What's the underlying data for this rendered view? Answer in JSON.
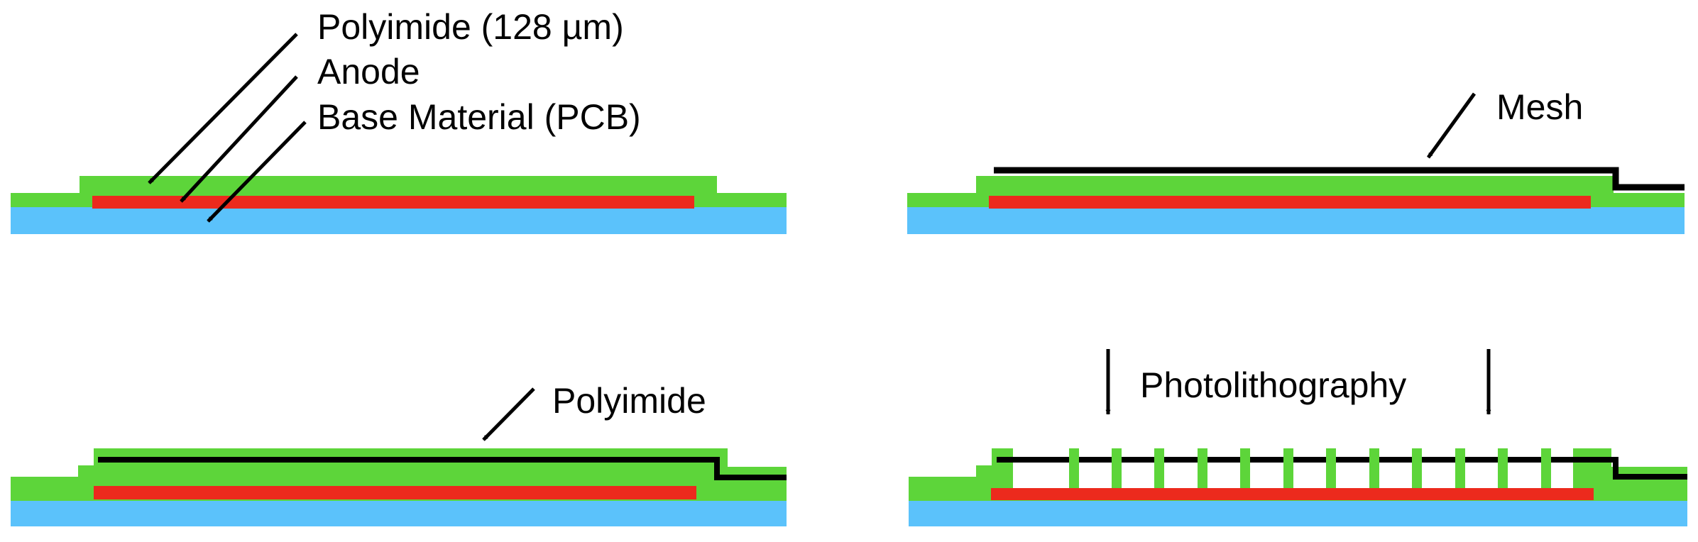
{
  "colors": {
    "polyimide": "#5dd53a",
    "anode": "#ec2a1d",
    "base": "#5bc2fb",
    "mesh": "#000000",
    "arrow": "#000000"
  },
  "panels": {
    "step1": {
      "labels": {
        "polyimide": "Polyimide (128 µm)",
        "anode": "Anode",
        "base": "Base Material (PCB)"
      }
    },
    "step2": {
      "labels": {
        "mesh": "Mesh"
      }
    },
    "step3": {
      "labels": {
        "polyimide": "Polyimide"
      }
    },
    "step4": {
      "labels": {
        "process": "Photolithography"
      }
    }
  }
}
